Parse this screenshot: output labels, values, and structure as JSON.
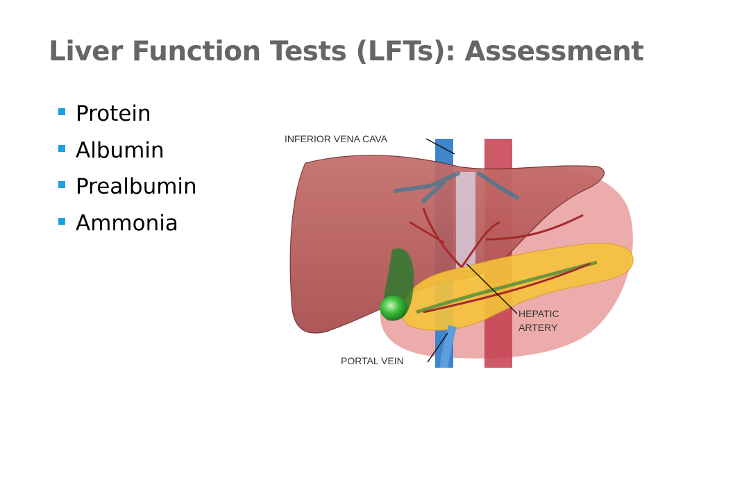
{
  "slide": {
    "title": "Liver Function Tests (LFTs): Assessment",
    "bullets": [
      "Protein",
      "Albumin",
      "Prealbumin",
      "Ammonia"
    ],
    "bullet_color": "#1ba1e2"
  },
  "figure": {
    "labels": {
      "ivc": "INFERIOR VENA CAVA",
      "hepatic_1": "HEPATIC",
      "hepatic_2": "ARTERY",
      "portal": "PORTAL VEIN"
    }
  }
}
